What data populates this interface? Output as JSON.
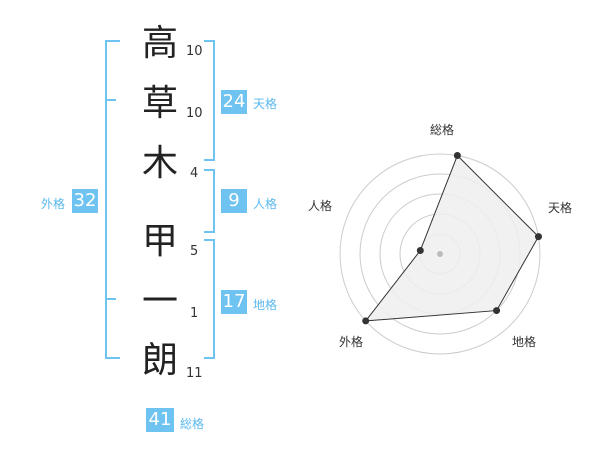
{
  "name": {
    "chars": [
      {
        "char": "高",
        "strokes": "10"
      },
      {
        "char": "草",
        "strokes": "10"
      },
      {
        "char": "木",
        "strokes": "4"
      },
      {
        "char": "甲",
        "strokes": "5"
      },
      {
        "char": "一",
        "strokes": "1"
      },
      {
        "char": "朗",
        "strokes": "11"
      }
    ]
  },
  "grades": {
    "tenkaku": {
      "value": "24",
      "label": "天格"
    },
    "jinkaku": {
      "value": "9",
      "label": "人格"
    },
    "chikaku": {
      "value": "17",
      "label": "地格"
    },
    "gaikaku": {
      "value": "32",
      "label": "外格"
    },
    "soukaku": {
      "value": "41",
      "label": "総格"
    }
  },
  "chart_data": {
    "type": "radar",
    "categories": [
      "総格",
      "天格",
      "地格",
      "外格",
      "人格"
    ],
    "values": [
      5,
      5,
      4,
      5,
      1
    ],
    "max": 5,
    "colors": {
      "fill": "#eeeeee",
      "line": "#333333",
      "grid": "#cccccc",
      "accent": "#6fc3f0"
    }
  }
}
